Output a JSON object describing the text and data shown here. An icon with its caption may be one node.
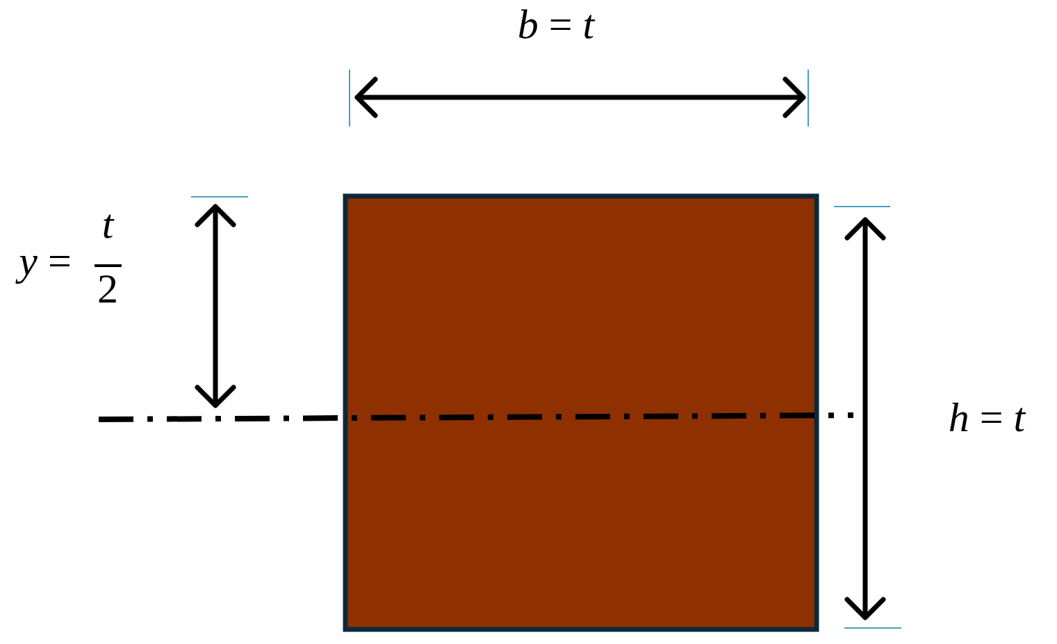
{
  "diagram": {
    "labels": [
      "*b* = *t*",
      "*y* =",
      "*t*",
      "2",
      "*h* = *t*"
    ]
  }
}
